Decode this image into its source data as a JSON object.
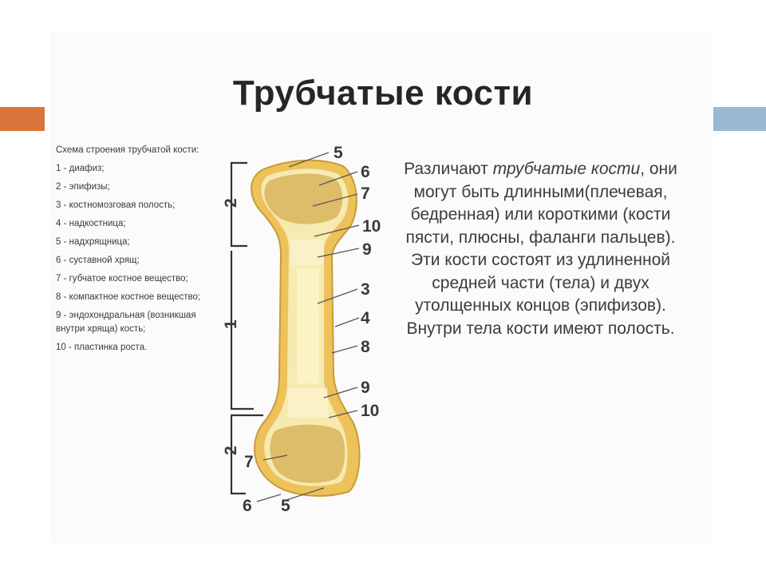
{
  "title": "Трубчатые кости",
  "legend": {
    "header": "Схема строения трубчатой кости:",
    "items": [
      "1 - диафиз;",
      "2 - эпифизы;",
      "3 - костномозговая полость;",
      "4 - надкостница;",
      "5 - надхрящница;",
      "6 - суставной хрящ;",
      "7 - губчатое костное вещество;",
      "8 - компактное костное вещество;",
      "9 - эндохондральная (возникшая внутри хряща) кость;",
      "10 - пластинка роста."
    ]
  },
  "diagram": {
    "labels": {
      "l5_top": "5",
      "l6_top": "6",
      "l7_top": "7",
      "l10_top": "10",
      "l9_top": "9",
      "l3": "3",
      "l4": "4",
      "l8": "8",
      "l9_bottom": "9",
      "l10_bottom": "10",
      "l7_bottom": "7",
      "l6_bottom": "6",
      "l5_bottom": "5",
      "bracket_top": "2",
      "bracket_mid": "1",
      "bracket_bottom": "2"
    }
  },
  "description": {
    "pre": "Различают ",
    "em": "трубчатые кости",
    "post": ", они могут быть длинными(плечевая, бедренная) или короткими (кости пясти, плюсны, фаланги пальцев). Эти кости состоят из удлиненной средней части (тела) и двух утолщенных концов (эпифизов). Внутри тела кости имеют полость."
  },
  "colors": {
    "accent_left": "#d9743a",
    "accent_right": "#9bb8d3",
    "bone_outer": "#e8b64a",
    "bone_shaft": "#f6eab0",
    "epiphysis": "#d8b45e",
    "cartilage": "#f1cf6a"
  }
}
